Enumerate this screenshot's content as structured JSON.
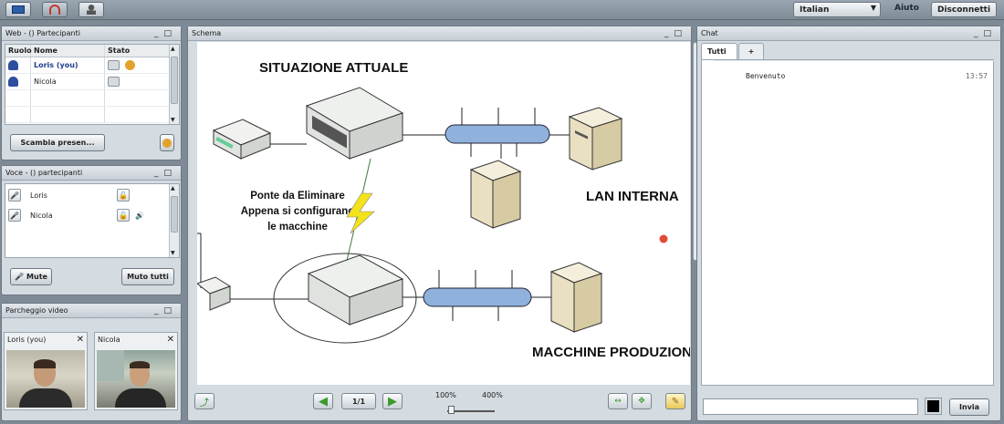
{
  "topbar": {
    "language": "Italian",
    "help": "Aiuto",
    "disconnect": "Disconnetti"
  },
  "web_panel": {
    "title": "Web - () Partecipanti",
    "columns": [
      "Ruolo",
      "Nome",
      "Stato"
    ],
    "participants": [
      {
        "name": "Loris (you)"
      },
      {
        "name": "Nicola"
      }
    ],
    "switch_button": "Scambia presen..."
  },
  "voice_panel": {
    "title": "Voce - () partecipanti",
    "participants": [
      "Loris",
      "Nicola"
    ],
    "mute": "Mute",
    "mute_all": "Muto tutti"
  },
  "video_panel": {
    "title": "Parcheggio video",
    "tiles": [
      "Loris (you)",
      "Nicola"
    ]
  },
  "schema_panel": {
    "title": "Schema",
    "page": "1/1",
    "zoom_min": "100%",
    "zoom_max": "400%",
    "slide": {
      "heading_top": "SITUAZIONE ATTUALE",
      "heading_lan": "LAN INTERNA",
      "heading_prod": "MACCHINE PRODUZIONE",
      "note_line1": "Ponte da Eliminare",
      "note_line2": "Appena si configurano",
      "note_line3": "le macchine"
    }
  },
  "chat_panel": {
    "title": "Chat",
    "tab_all": "Tutti",
    "tab_add": "+",
    "messages": [
      {
        "text": "Benvenuto",
        "time": "13:57"
      }
    ],
    "send": "Invia",
    "input_value": ""
  },
  "colors": {
    "accent_red": "#e04b3a",
    "pipe_blue": "#8fb1dc",
    "lightning": "#f4e21b"
  }
}
